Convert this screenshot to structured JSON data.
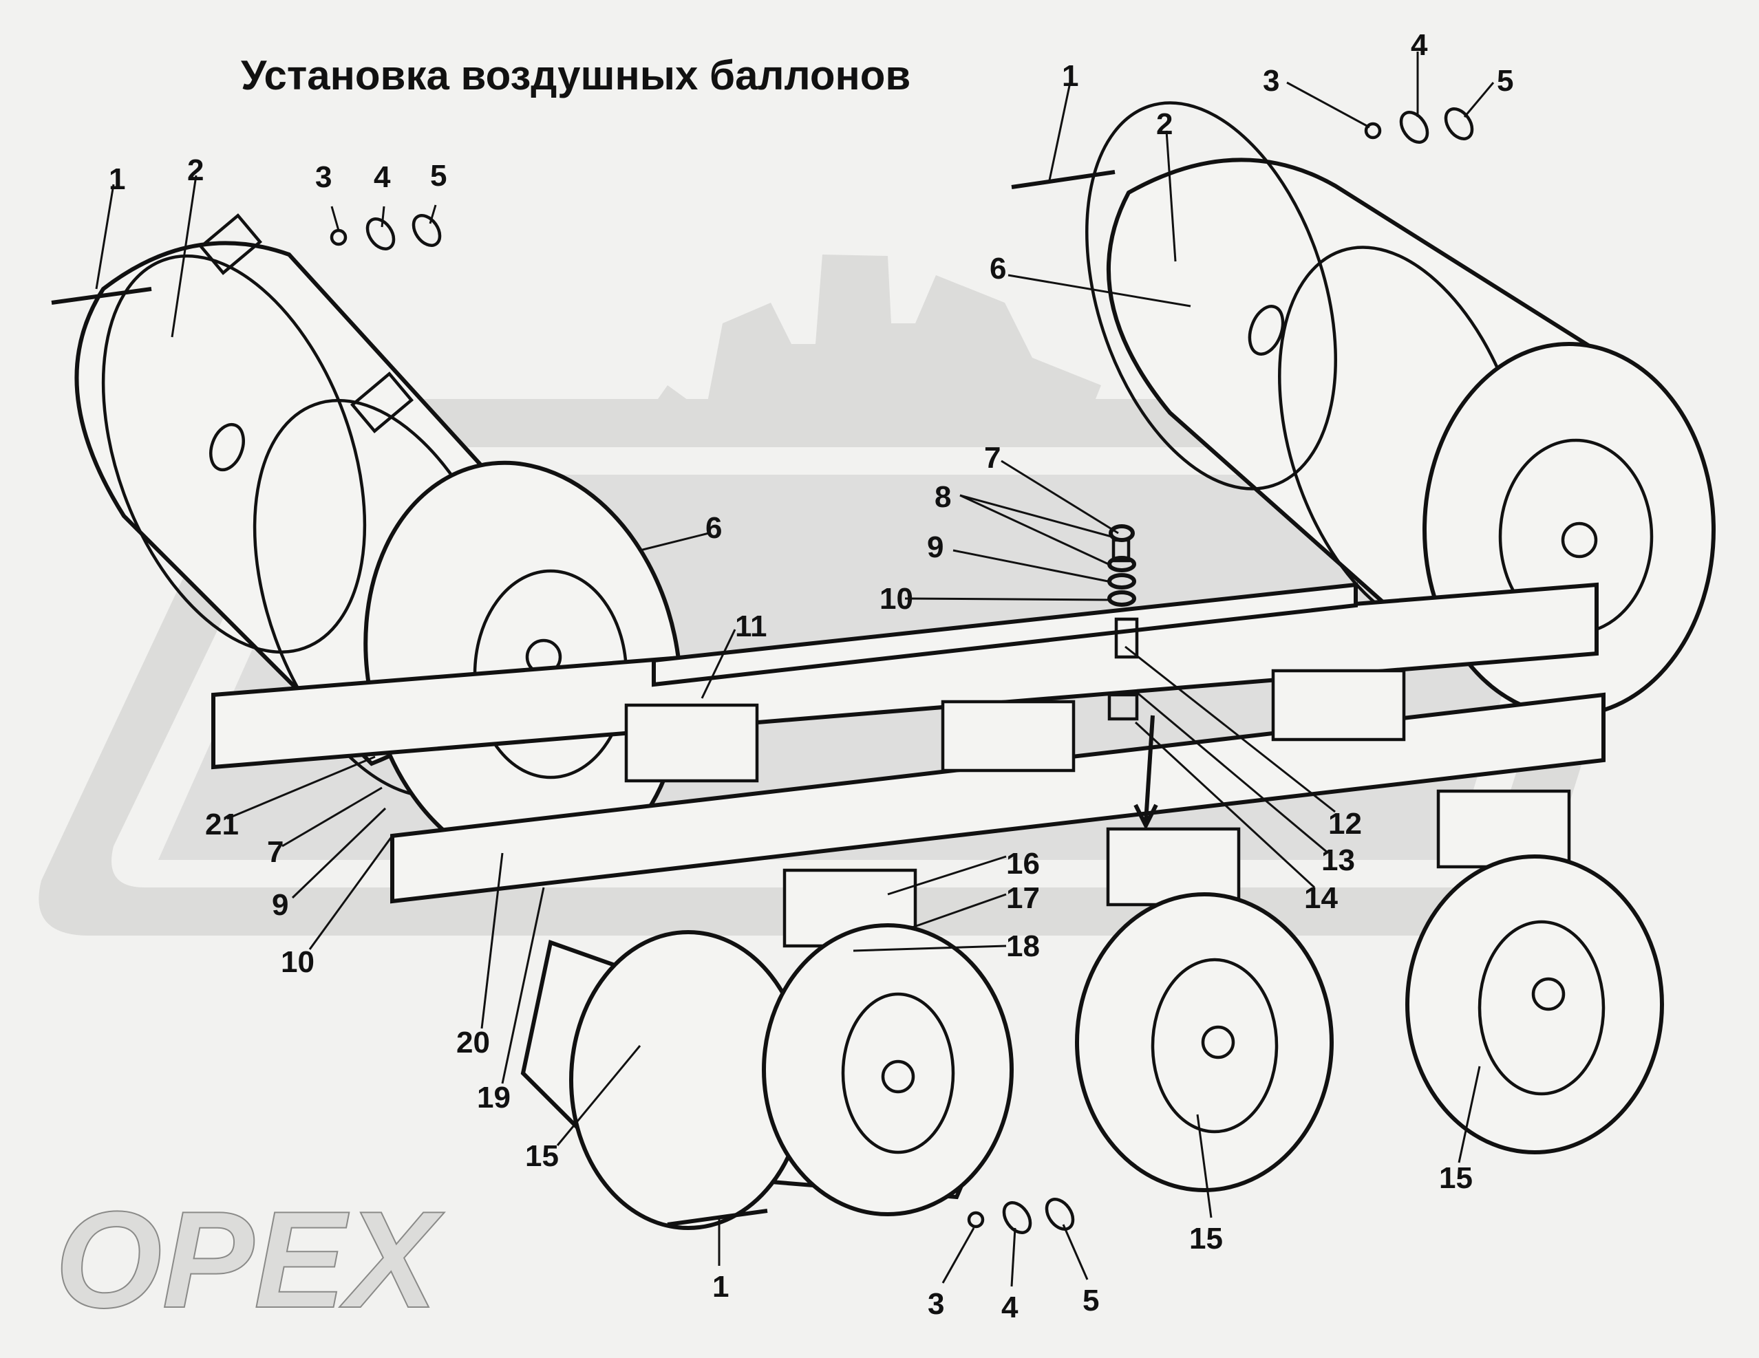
{
  "title": "Установка воздушных баллонов",
  "watermark": {
    "text": "OPEX",
    "color": "#dcdcda"
  },
  "colors": {
    "background": "#f2f2f0",
    "line": "#111111",
    "watermark": "#dcdcda"
  },
  "callouts": {
    "left_1": "1",
    "left_2": "2",
    "left_3": "3",
    "left_4": "4",
    "left_5": "5",
    "left_6": "6",
    "right_1": "1",
    "right_2": "2",
    "right_3": "3",
    "right_4": "4",
    "right_5": "5",
    "right_6": "6",
    "mid_7": "7",
    "mid_8": "8",
    "mid_9": "9",
    "mid_10": "10",
    "mid_11": "11",
    "mid_12": "12",
    "mid_13": "13",
    "mid_14": "14",
    "lf_21": "21",
    "lf_7": "7",
    "lf_9": "9",
    "lf_10": "10",
    "b_16": "16",
    "b_17": "17",
    "b_18": "18",
    "b_20": "20",
    "b_19": "19",
    "b_15a": "15",
    "b_15b": "15",
    "b_15c": "15",
    "bot_1": "1",
    "bot_3": "3",
    "bot_4": "4",
    "bot_5": "5"
  }
}
